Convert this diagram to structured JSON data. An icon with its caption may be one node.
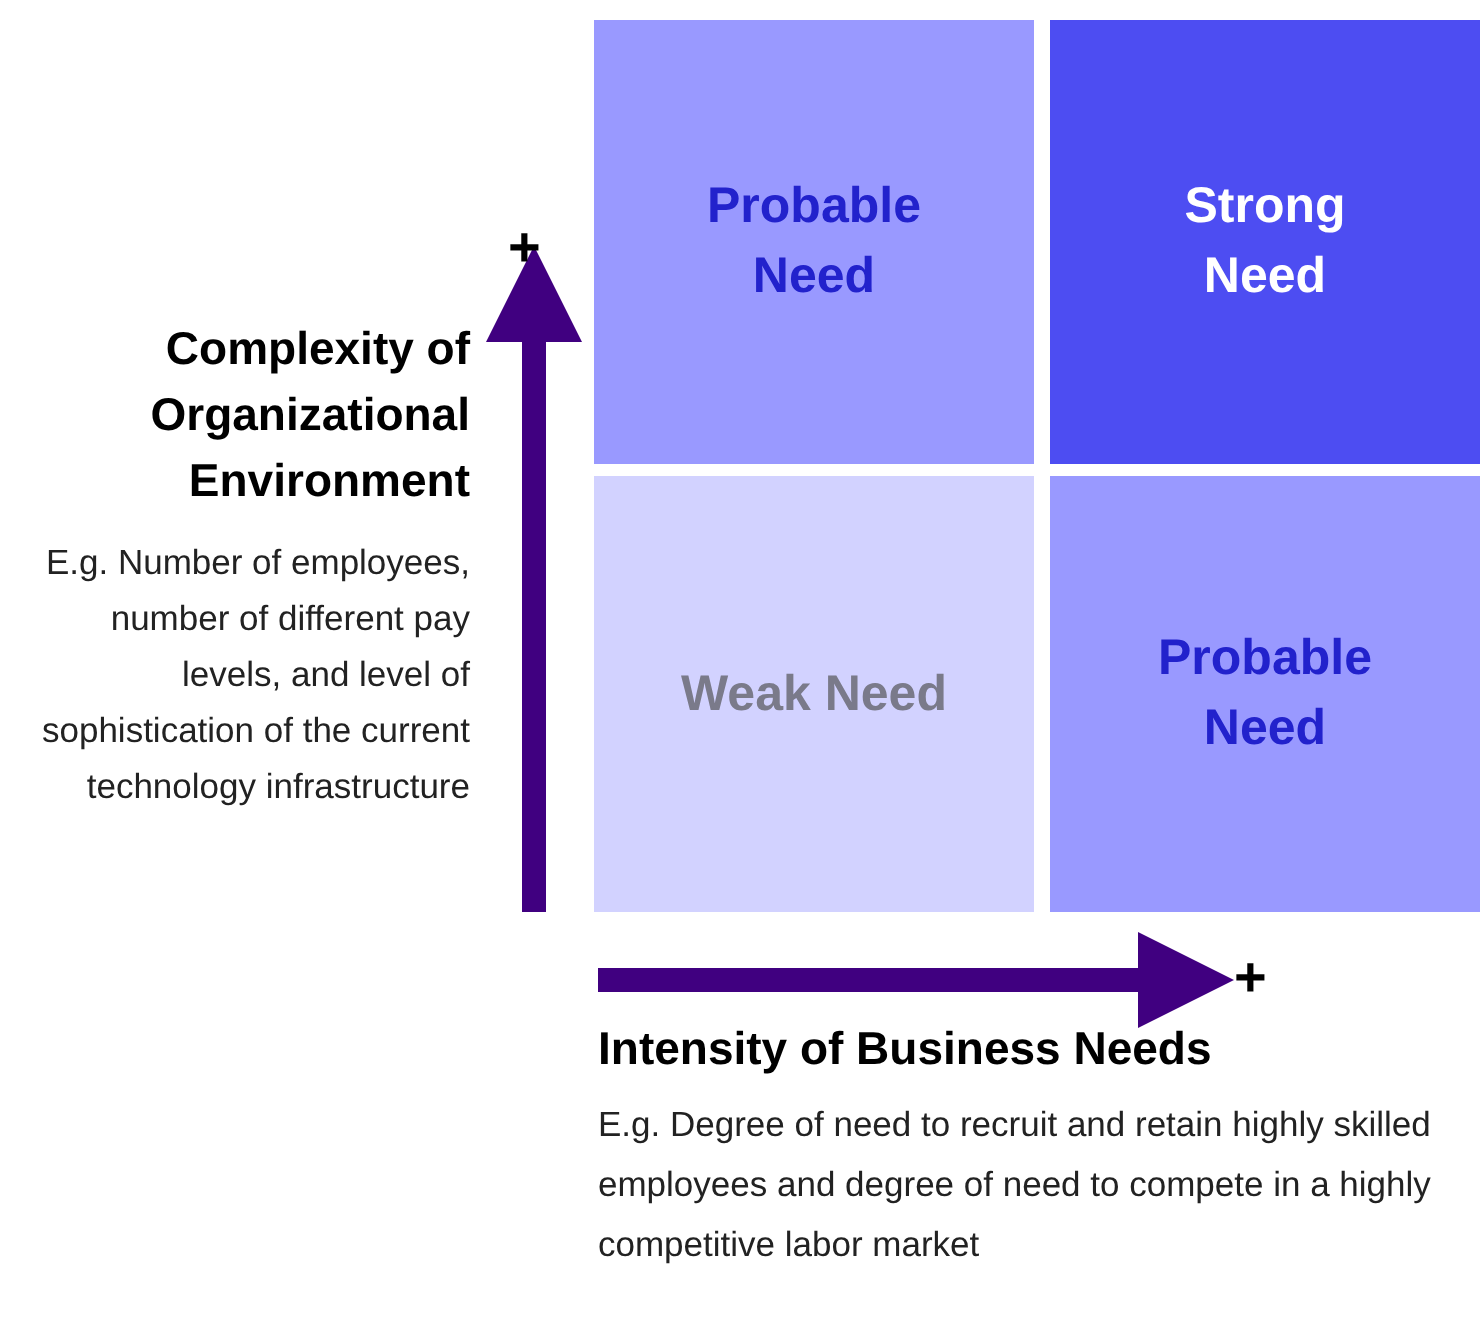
{
  "diagram": {
    "nodes": [
      {
        "text": [
          "Probable Need"
        ]
      },
      {
        "text": [
          "Strong Need"
        ]
      },
      {
        "text": [
          "Weak Need"
        ]
      },
      {
        "text": [
          "Probable Need"
        ]
      }
    ],
    "edges": [],
    "labels": [
      "+",
      "Complexity of Organizational Environment",
      "E.g. Number of employees, number of different pay levels, and level of sophistication of the current technology infrastructure",
      "+",
      "Intensity of Business Needs",
      "E.g. Degree of need to recruit and retain highly skilled employees and degree of need to compete in a highly competitive labor market"
    ]
  }
}
